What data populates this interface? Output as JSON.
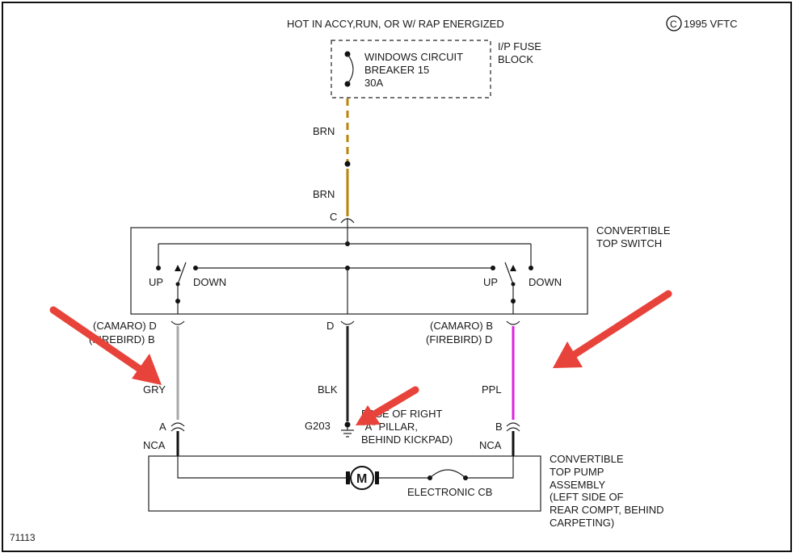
{
  "header": {
    "power_note": "HOT IN ACCY,RUN, OR W/ RAP ENERGIZED",
    "copyright": "1995 VFTC",
    "copyright_symbol": "C",
    "figure_number": "71113"
  },
  "fuse_block": {
    "name_line1": "I/P FUSE",
    "name_line2": "BLOCK",
    "breaker_line1": "WINDOWS CIRCUIT",
    "breaker_line2": "BREAKER 15",
    "breaker_rating": "30A"
  },
  "wires": {
    "brn_upper": "BRN",
    "brn_lower": "BRN",
    "gry": "GRY",
    "blk": "BLK",
    "ppl": "PPL",
    "colors": {
      "brn": "#b8860b",
      "gry": "#a8a8a8",
      "blk": "#222222",
      "ppl": "#e020e0"
    }
  },
  "switch": {
    "name_line1": "CONVERTIBLE",
    "name_line2": "TOP SWITCH",
    "terminal_c": "C",
    "terminal_d_center": "D",
    "left_up": "UP",
    "left_down": "DOWN",
    "right_up": "UP",
    "right_down": "DOWN",
    "left_camaro": "(CAMARO) D",
    "left_firebird": "(FIREBIRD)  B",
    "right_camaro": "(CAMARO) B",
    "right_firebird": "(FIREBIRD)  D"
  },
  "ground": {
    "id": "G203",
    "location_line1": "BASE OF RIGHT",
    "location_line2": "\"A\" PILLAR,",
    "location_line3": "BEHIND KICKPAD)"
  },
  "pump": {
    "name_line1": "CONVERTIBLE",
    "name_line2": "TOP PUMP",
    "name_line3": "ASSEMBLY",
    "name_line4": "(LEFT SIDE OF",
    "name_line5": "REAR COMPT, BEHIND",
    "name_line6": "CARPETING)",
    "connector_left": "A",
    "connector_right": "B",
    "nca_left": "NCA",
    "nca_right": "NCA",
    "motor_symbol": "M",
    "cb_label": "ELECTRONIC CB"
  },
  "annotation_colors": {
    "arrow": "#e8433a"
  }
}
